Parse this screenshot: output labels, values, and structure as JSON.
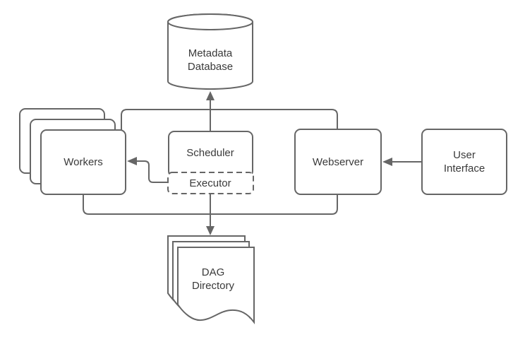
{
  "colors": {
    "background": "#ffffff",
    "stroke": "#666666",
    "text": "#3a3a3a",
    "fill": "#ffffff"
  },
  "nodes": {
    "metadata_database": {
      "line1": "Metadata",
      "line2": "Database",
      "shape": "cylinder"
    },
    "workers": {
      "label": "Workers",
      "shape": "stacked-rounded-rectangles"
    },
    "scheduler": {
      "label": "Scheduler",
      "shape": "rounded-rectangle"
    },
    "executor": {
      "label": "Executor",
      "shape": "dashed-rounded-rectangle"
    },
    "webserver": {
      "label": "Webserver",
      "shape": "rounded-rectangle"
    },
    "user_interface": {
      "line1": "User",
      "line2": "Interface",
      "shape": "rounded-rectangle"
    },
    "dag_directory": {
      "line1": "DAG",
      "line2": "Directory",
      "shape": "stacked-documents"
    }
  },
  "edges": [
    {
      "from": "scheduler",
      "to": "metadata_database",
      "style": "arrow"
    },
    {
      "from": "workers",
      "to": "metadata_database",
      "style": "shared-bus"
    },
    {
      "from": "webserver",
      "to": "metadata_database",
      "style": "shared-bus"
    },
    {
      "from": "executor",
      "to": "workers",
      "style": "arrow"
    },
    {
      "from": "user_interface",
      "to": "webserver",
      "style": "arrow"
    },
    {
      "from": "executor",
      "to": "dag_directory",
      "style": "arrow"
    },
    {
      "from": "workers",
      "to": "dag_directory",
      "style": "shared-bus"
    },
    {
      "from": "webserver",
      "to": "dag_directory",
      "style": "shared-bus"
    }
  ]
}
